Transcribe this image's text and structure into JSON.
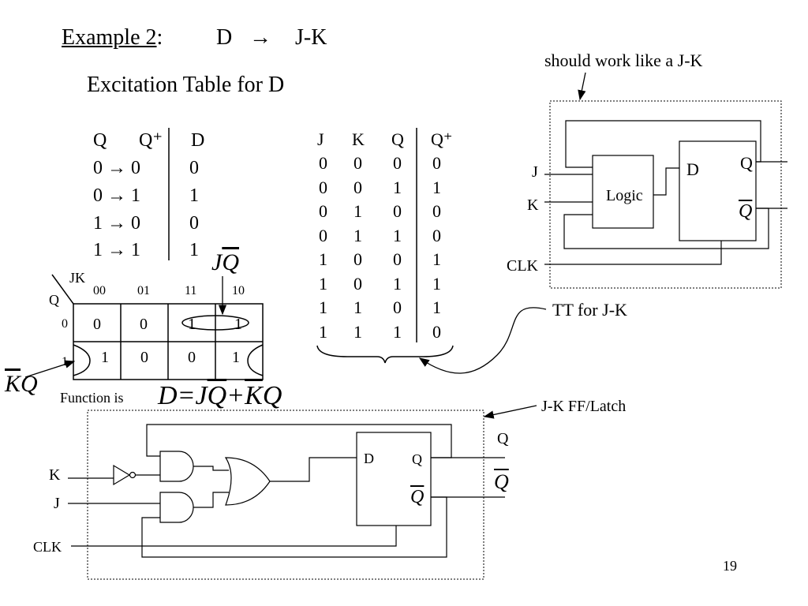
{
  "title": {
    "example": "Example 2",
    "colon": ":",
    "from": "D",
    "arrow": "→",
    "to": "J-K"
  },
  "subtitle": "Excitation Table for D",
  "excitation_table": {
    "headers": [
      "Q",
      "Q⁺",
      "D"
    ],
    "rows": [
      {
        "transition": "0 → 0",
        "d": "0"
      },
      {
        "transition": "0 → 1",
        "d": "1"
      },
      {
        "transition": "1 → 0",
        "d": "0"
      },
      {
        "transition": "1 → 1",
        "d": "1"
      }
    ]
  },
  "jk_truth_table": {
    "headers": [
      "J",
      "K",
      "Q",
      "Q⁺"
    ],
    "rows": [
      [
        "0",
        "0",
        "0",
        "0"
      ],
      [
        "0",
        "0",
        "1",
        "1"
      ],
      [
        "0",
        "1",
        "0",
        "0"
      ],
      [
        "0",
        "1",
        "1",
        "0"
      ],
      [
        "1",
        "0",
        "0",
        "1"
      ],
      [
        "1",
        "0",
        "1",
        "1"
      ],
      [
        "1",
        "1",
        "0",
        "1"
      ],
      [
        "1",
        "1",
        "1",
        "0"
      ]
    ],
    "caption": "TT for J-K"
  },
  "kmap": {
    "corner_top": "JK",
    "corner_left": "Q",
    "col_headers": [
      "00",
      "01",
      "11",
      "10"
    ],
    "row_headers": [
      "0",
      "1"
    ],
    "cells": [
      [
        "0",
        "0",
        "1",
        "1"
      ],
      [
        "1",
        "0",
        "0",
        "1"
      ]
    ],
    "term_jq": {
      "j": "J",
      "q": "Q"
    },
    "term_kq": {
      "k": "K",
      "q": "Q"
    }
  },
  "function": {
    "label": "Function is",
    "d": "D",
    "eq": "=",
    "j": "J",
    "q1": "Q",
    "plus": "+",
    "k": "K",
    "q2": "Q"
  },
  "top_diagram": {
    "note": "should work like a J-K",
    "inputs": [
      "J",
      "K",
      "CLK"
    ],
    "logic_label": "Logic",
    "d_label": "D",
    "q_label": "Q",
    "qbar_label": "Q"
  },
  "bottom_diagram": {
    "label": "J-K FF/Latch",
    "inputs": [
      "K",
      "J",
      "CLK"
    ],
    "d_label": "D",
    "q_label": "Q",
    "qbar_label": "Q",
    "out_q": "Q",
    "out_qbar": "Q"
  },
  "page_number": "19"
}
